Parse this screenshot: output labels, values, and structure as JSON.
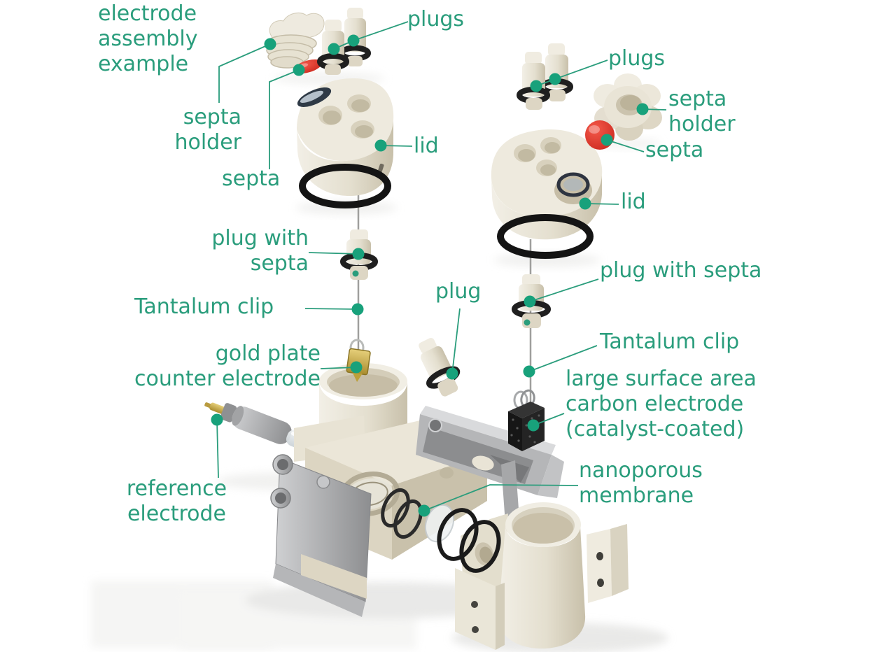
{
  "diagram": {
    "kind": "exploded-assembly-diagram",
    "colors": {
      "accent_green": "#2a9d7c",
      "leader_dot_green": "#18a17b",
      "body_cream": "#e8e3d4",
      "body_cream_dark": "#c9c1ab",
      "metal_gray": "#b5b6b8",
      "oring_black": "#161616",
      "septa_red": "#e0352a",
      "gold": "#c9a845",
      "carbon_black": "#1b1b1b",
      "glass": "#eef1f3",
      "background": "#ffffff"
    },
    "labels": {
      "electrode_assembly_example": "electrode\nassembly\nexample",
      "plugs_left": "plugs",
      "septa_holder_left": "septa\nholder",
      "septa_left": "septa",
      "lid_left": "lid",
      "plug_with_septa_left": "plug with\nsepta",
      "tantalum_clip_left": "Tantalum clip",
      "gold_plate_counter_electrode": "gold plate\ncounter electrode",
      "plug_center": "plug",
      "plugs_right": "plugs",
      "septa_holder_right": "septa\nholder",
      "septa_right": "septa",
      "lid_right": "lid",
      "plug_with_septa_right": "plug with septa",
      "tantalum_clip_right": "Tantalum clip",
      "carbon_electrode": "large surface area\ncarbon electrode\n(catalyst-coated)",
      "nanoporous_membrane": "nanoporous\nmembrane",
      "reference_electrode": "reference\nelectrode"
    }
  }
}
